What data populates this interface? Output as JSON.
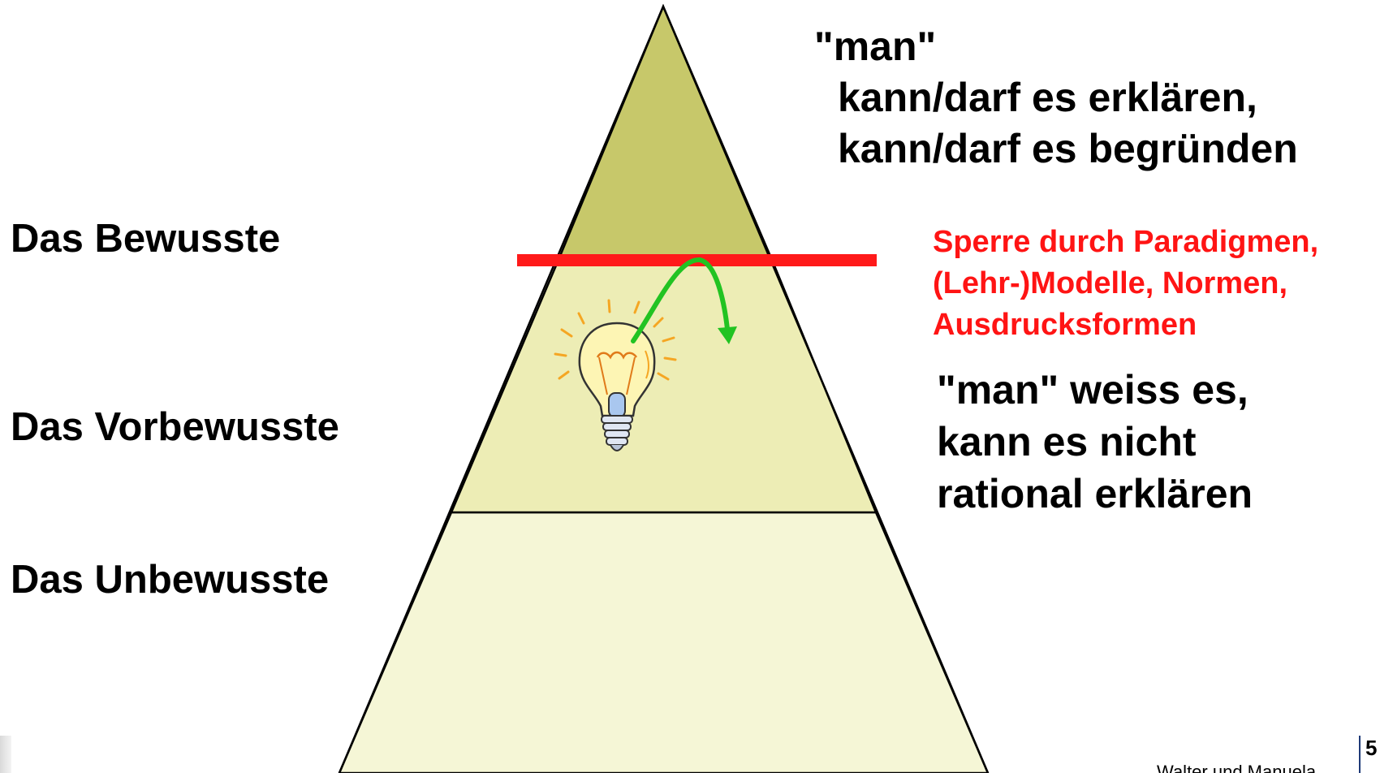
{
  "levels": {
    "conscious": "Das Bewusste",
    "preconscious": "Das Vorbewusste",
    "unconscious": "Das Unbewusste"
  },
  "descriptions": {
    "top": {
      "line1": "\"man\"",
      "line2": "kann/darf es erklären,",
      "line3": "kann/darf es begründen"
    },
    "middle": {
      "line1": "\"man\" weiss es,",
      "line2": "kann es nicht",
      "line3": "rational erklären"
    }
  },
  "barrier": {
    "line1": "Sperre durch Paradigmen,",
    "line2": "(Lehr-)Modelle, Normen,",
    "line3": "Ausdrucksformen"
  },
  "footer": {
    "author": "Walter und Manuela",
    "page": "5"
  },
  "icons": {
    "insight": "lightbulb-icon",
    "breakthrough": "curved-arrow-icon"
  },
  "colors": {
    "tier_top": "#c7c86a",
    "tier_middle": "#ededb5",
    "tier_bottom": "#f5f6d6",
    "barrier": "#ff1a1a",
    "barrier_text": "#ff1414",
    "arrow": "#22c322",
    "bulb_glass": "#fdf5b4",
    "bulb_rays": "#f5a623"
  }
}
